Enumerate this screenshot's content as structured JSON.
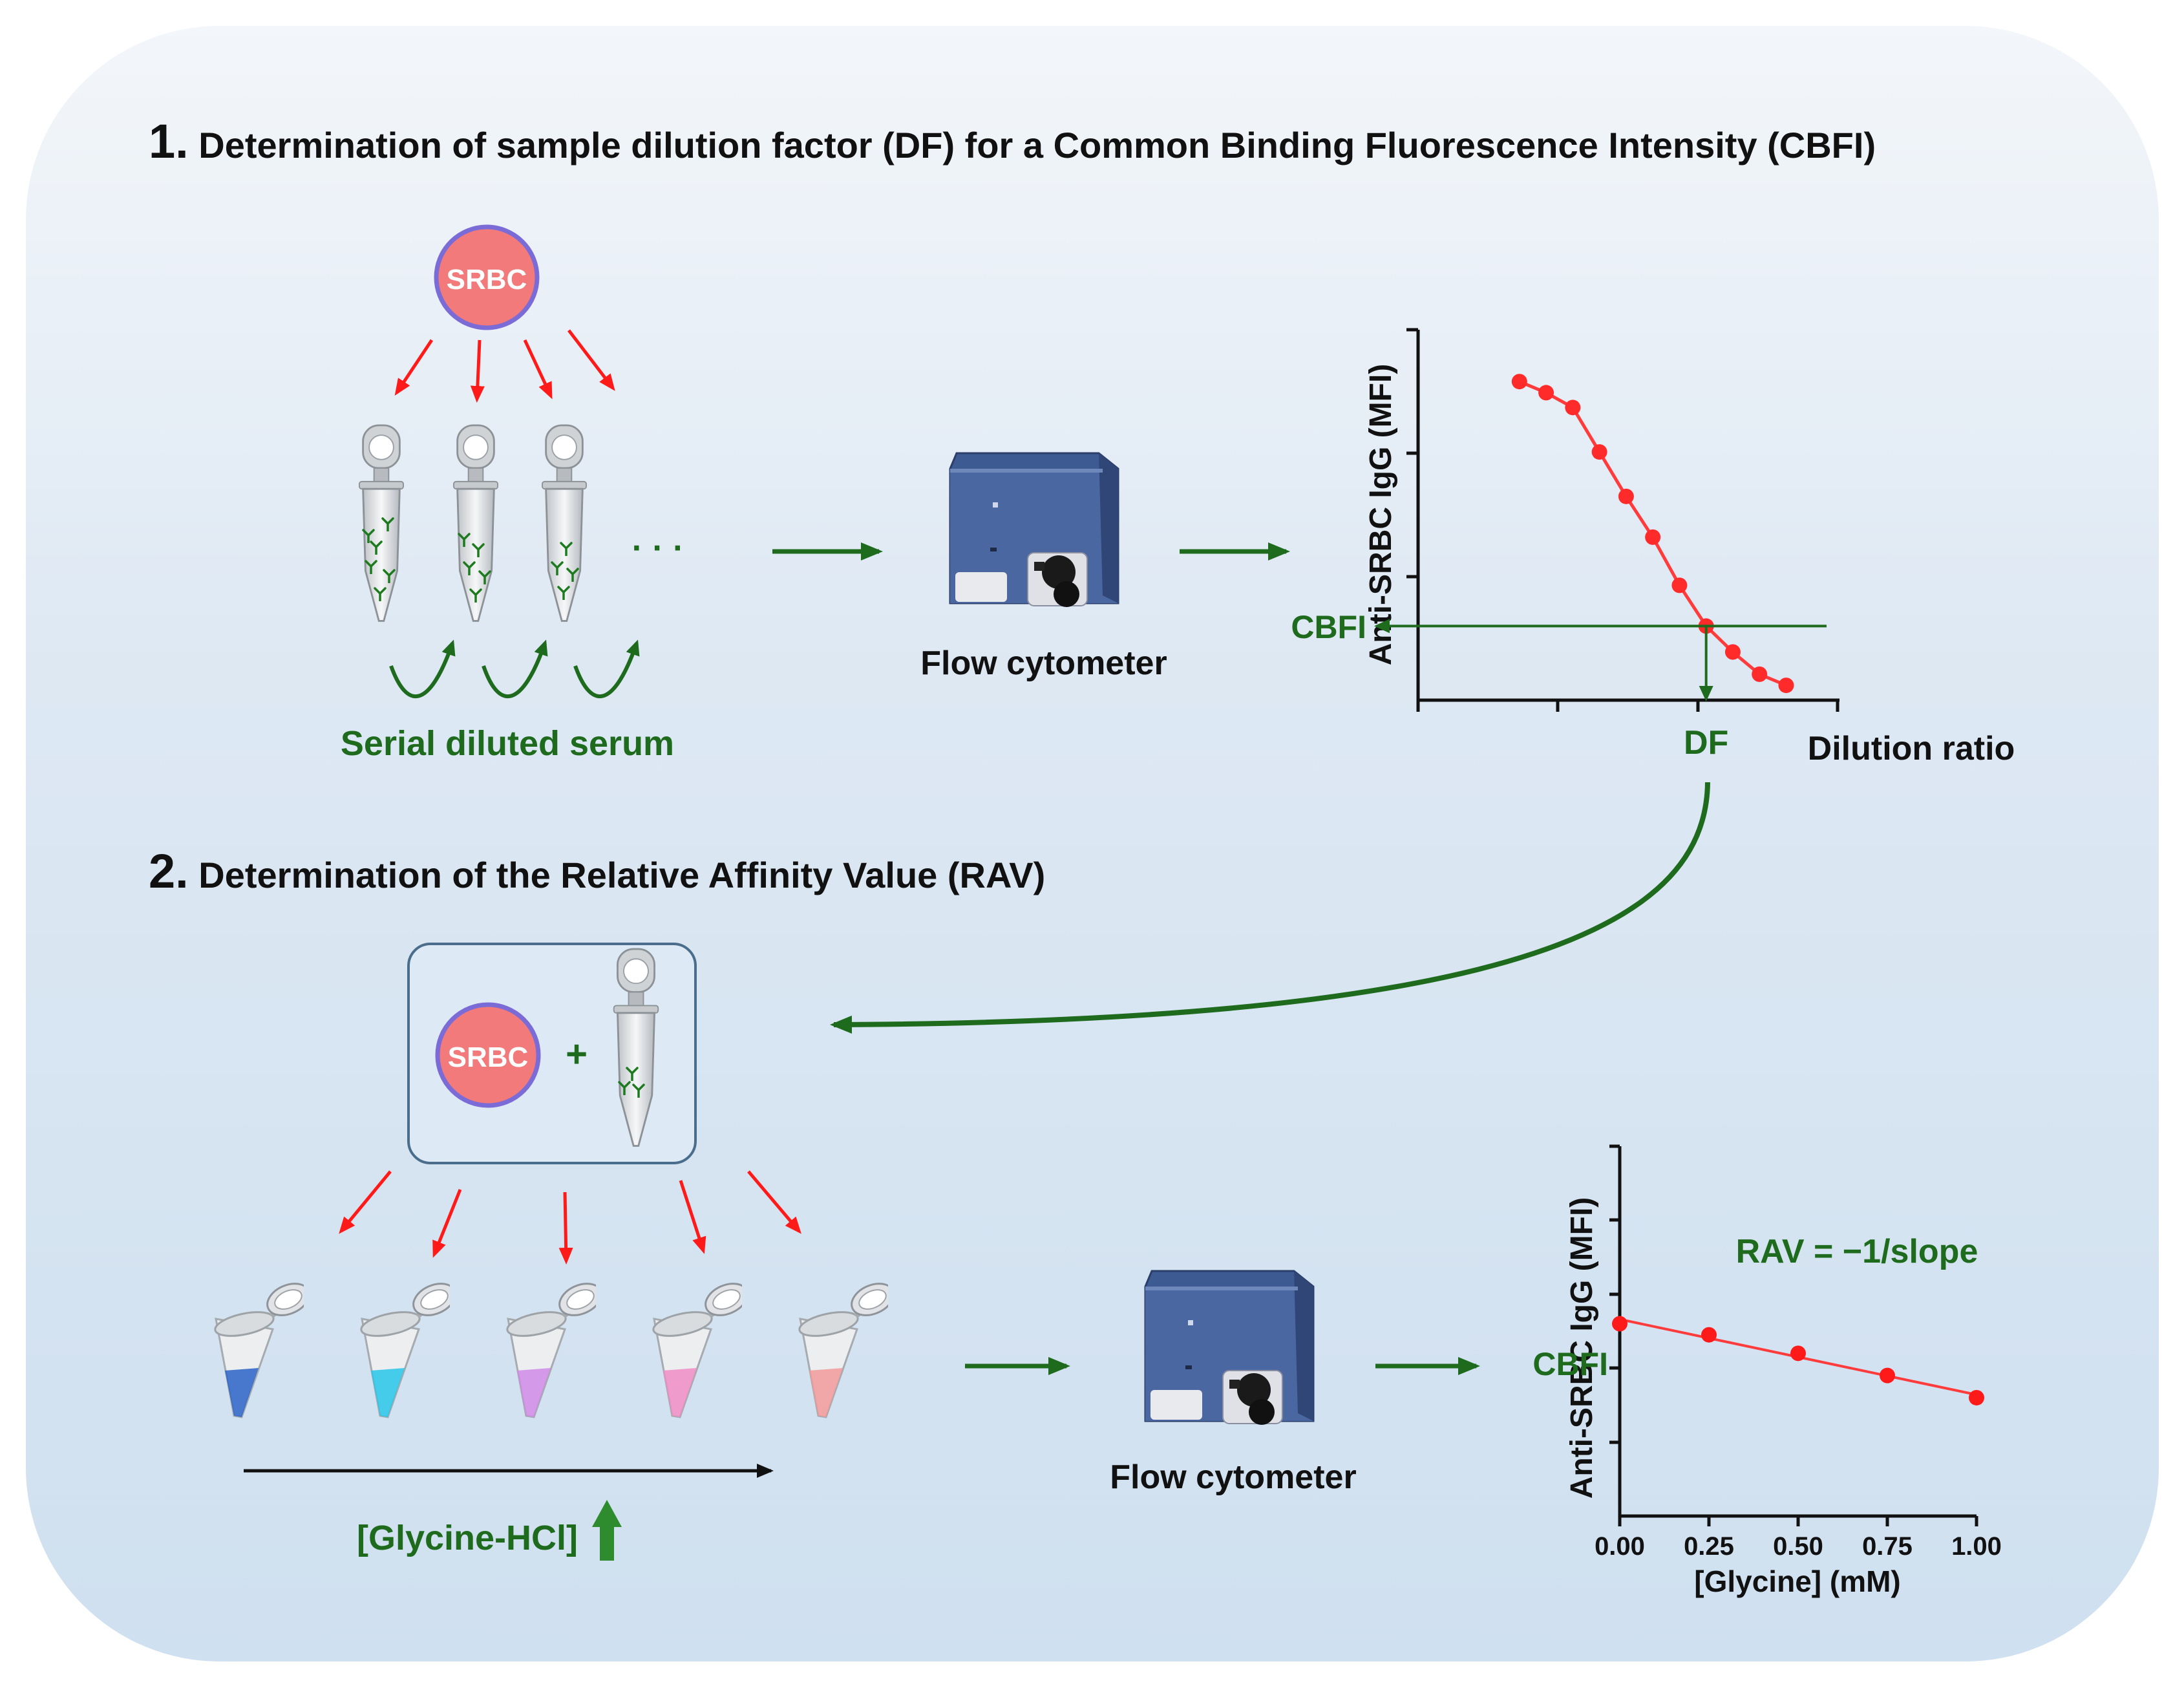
{
  "section1": {
    "number": "1.",
    "title": "Determination of sample dilution factor (DF) for a Common Binding Fluorescence Intensity (CBFI)"
  },
  "section2": {
    "number": "2.",
    "title": "Determination of the Relative Affinity Value (RAV)"
  },
  "labels": {
    "srbc": "SRBC",
    "ellipsis": "· · ·",
    "serial_diluted": "Serial diluted serum",
    "flow_cytometer": "Flow cytometer",
    "plus": "+",
    "glycine_hcl": "[Glycine-HCl]",
    "cbfi": "CBFI",
    "df": "DF",
    "rav_formula": "RAV = −1/slope"
  },
  "colors": {
    "green": "#1e6b1e",
    "red": "#ff1a1a",
    "srbc_fill": "#f27a7a",
    "srbc_stroke": "#7b6bd6"
  },
  "chart_data": [
    {
      "type": "line",
      "title": "",
      "xlabel": "Dilution ratio",
      "ylabel": "Anti-SRBC IgG (MFI)",
      "x_ticks_labeled": false,
      "note": "sigmoidal decreasing titration curve; CBFI level intersects curve at DF",
      "x": [
        1,
        2,
        3,
        4,
        5,
        6,
        7,
        8,
        9,
        10,
        11
      ],
      "y": [
        0.86,
        0.83,
        0.79,
        0.67,
        0.55,
        0.44,
        0.31,
        0.2,
        0.13,
        0.07,
        0.04
      ],
      "xlim": [
        -2.8,
        13
      ],
      "ylim": [
        0,
        1
      ],
      "annotations": {
        "cbfi_level": 0.2,
        "df_x": 8
      }
    },
    {
      "type": "scatter",
      "title": "",
      "xlabel": "[Glycine] (mM)",
      "ylabel": "Anti-SRBC IgG (MFI)",
      "x": [
        0.0,
        0.25,
        0.5,
        0.75,
        1.0
      ],
      "y": [
        0.52,
        0.49,
        0.44,
        0.38,
        0.32
      ],
      "xlim": [
        0,
        1
      ],
      "ylim": [
        0,
        1
      ],
      "x_ticks": [
        "0.00",
        "0.25",
        "0.50",
        "0.75",
        "1.00"
      ],
      "fit_line": true,
      "annotations": {
        "first_point_label": "CBFI",
        "text": "RAV = −1/slope"
      }
    }
  ]
}
